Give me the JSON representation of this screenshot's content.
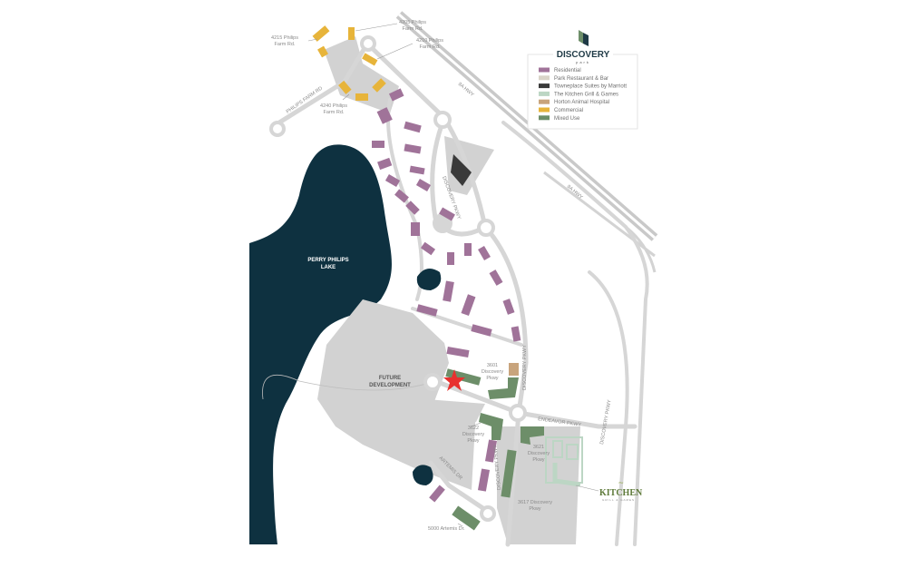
{
  "colors": {
    "residential": "#a07399",
    "park_restaurant": "#d9d4c8",
    "towneplace": "#3a3a3a",
    "kitchen": "#bcd6c4",
    "horton": "#c8a47c",
    "commercial": "#e7b43a",
    "mixed_use": "#6d8e69",
    "lake": "#0e3140",
    "road": "#d6d6d6",
    "marker": "#e8312f",
    "brand": "#1f3a46"
  },
  "logo": {
    "name": "DISCOVERY",
    "sub": "park"
  },
  "legend": [
    {
      "label": "Residential",
      "color": "#a07399"
    },
    {
      "label": "Park Restaurant & Bar",
      "color": "#d9d4c8"
    },
    {
      "label": "Towneplace Suites by Marriott",
      "color": "#3a3a3a"
    },
    {
      "label": "The Kitchen Grill & Games",
      "color": "#bcd6c4"
    },
    {
      "label": "Horton Animal Hospital",
      "color": "#c8a47c"
    },
    {
      "label": "Commercial",
      "color": "#e7b43a"
    },
    {
      "label": "Mixed Use",
      "color": "#6d8e69"
    }
  ],
  "labels": {
    "a4215": [
      "4215 Philips",
      "Farm Rd."
    ],
    "a4205": [
      "4205 Philips",
      "Farm Rd."
    ],
    "a4210": [
      "4210 Philips",
      "Farm Rd."
    ],
    "a4240": [
      "4240 Philips",
      "Farm Rd."
    ],
    "hwy": "9A HWY",
    "lake": [
      "PERRY PHILIPS",
      "LAKE"
    ],
    "future": [
      "FUTURE",
      "DEVELOPMENT"
    ],
    "a3601": [
      "3601",
      "Discovery",
      "Pkwy"
    ],
    "a3622": [
      "3622",
      "Discovery",
      "Pkwy"
    ],
    "a3621": [
      "3621",
      "Discovery",
      "Pkwy"
    ],
    "a3617": [
      "3617 Discovery",
      "Pkwy"
    ],
    "a5000": "5000 Artemis Dr.",
    "discovery_pkwy": "DISCOVERY PKWY",
    "endeavor_pkwy": "ENDEAVOR PKWY",
    "artemis_dr": "ARTEMIS DR",
    "philips_farm": "PHILIPS FARM RD"
  },
  "kitchen_logo": {
    "name": "KITCHEN",
    "the": "The",
    "sub": "GRILL & GAMES"
  },
  "marker": {
    "icon": "star-icon"
  }
}
